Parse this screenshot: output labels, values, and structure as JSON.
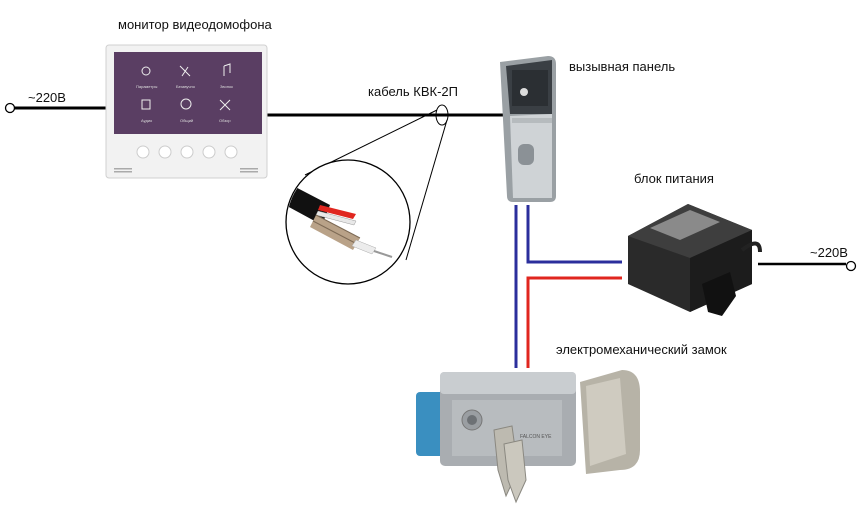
{
  "labels": {
    "monitor": "монитор видеодомофона",
    "call_panel": "вызывная панель",
    "cable": "кабель КВК-2П",
    "power_supply": "блок питания",
    "lock": "электромеханический замок",
    "mains_left": "~220В",
    "mains_right": "~220В"
  },
  "monitor_menu": [
    "Параметры",
    "Беззвучно",
    "Звонок",
    "Аудио",
    "Общий",
    "Обзор"
  ],
  "lock_brand": "FALCON EYE",
  "colors": {
    "cable": "#000000",
    "wire_blue": "#2b2f9c",
    "wire_red": "#e0261f",
    "monitor_screen": "#5a3e63"
  }
}
